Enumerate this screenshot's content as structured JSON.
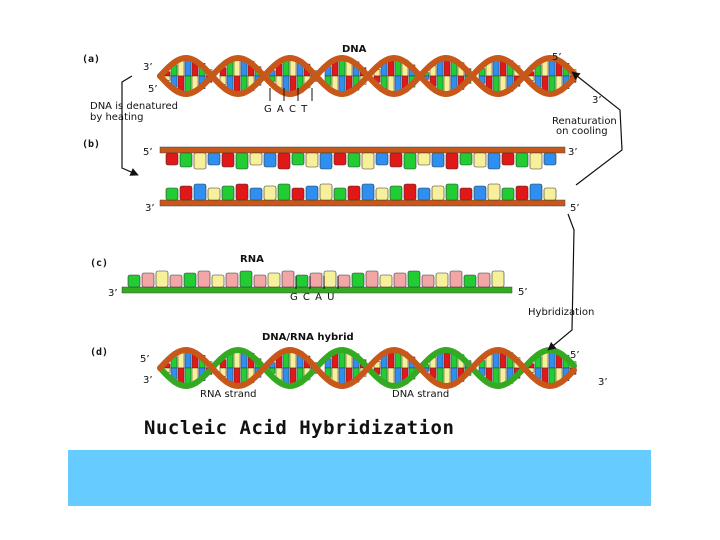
{
  "title": "Nucleic Acid Hybridization",
  "panels": [
    "(a)",
    "(b)",
    "(c)",
    "(d)"
  ],
  "labels": {
    "dna": "DNA",
    "denatured_1": "DNA is denatured",
    "denatured_2": "by heating",
    "bases_a": "G A C T",
    "renaturation_1": "Renaturation",
    "renaturation_2": "on cooling",
    "rna": "RNA",
    "bases_c": "G C A U",
    "hybridization": "Hybridization",
    "hybrid": "DNA/RNA hybrid",
    "rna_strand": "RNA strand",
    "dna_strand": "DNA strand"
  },
  "ends": {
    "p5": "5’",
    "p3": "3’"
  },
  "colors": {
    "backbone": "#c8581a",
    "rna_backbone": "#33aa22",
    "base_red": "#e01818",
    "base_green": "#22cc33",
    "base_yellow": "#f6f09a",
    "base_blue": "#2f8ff0",
    "base_pink": "#f2a6a6",
    "caption_band": "#66ccff"
  }
}
